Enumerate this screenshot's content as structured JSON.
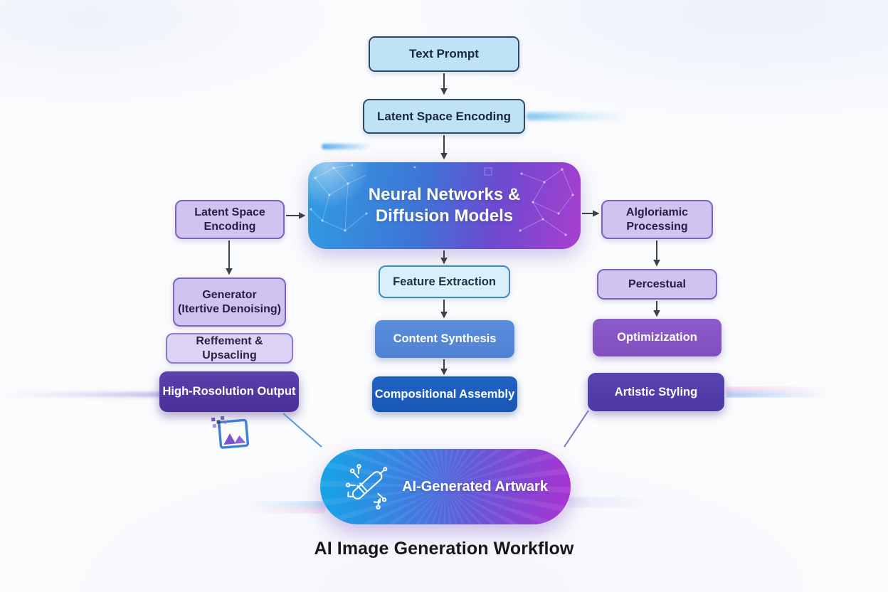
{
  "title": "AI Image Generation Workflow",
  "nodes": {
    "text_prompt": {
      "label": "Text Prompt"
    },
    "latent_encoding_top": {
      "label": "Latent Space Encoding"
    },
    "neural_networks": {
      "line1": "Neural Networks &",
      "line2": "Diffusion Models"
    },
    "feature_extraction": {
      "label": "Feature Extraction"
    },
    "content_synthesis": {
      "label": "Content Synthesis"
    },
    "compositional_assembly": {
      "label": "Compositional Assembly"
    },
    "latent_encoding_left": {
      "line1": "Latent Space",
      "line2": "Encoding"
    },
    "generator": {
      "line1": "Generator",
      "line2": "(Itertive Denoising)"
    },
    "refinement": {
      "label": "Reffement & Upsacling"
    },
    "high_res_output": {
      "label": "High-Rosolution Output"
    },
    "algorithmic_processing": {
      "line1": "Algloriamic",
      "line2": "Processing"
    },
    "perceptual": {
      "label": "Percestual"
    },
    "optimization": {
      "label": "Optimizization"
    },
    "artistic_styling": {
      "label": "Artistic Styling"
    },
    "ai_artwork": {
      "label": "AI-Generated Artwark"
    }
  },
  "icons": {
    "artwork_icon": "pen-circuit-icon",
    "output_icon": "pixel-image-icon"
  },
  "colors": {
    "box_light_blue": "#bfe2f7",
    "box_light_blue_border": "#2c4a66",
    "feature_fill": "#d9effc",
    "feature_border": "#4188c9",
    "content_synthesis_fill": "#5688da",
    "compositional_assembly_fill": "#1c5cbe",
    "box_light_purple": "#cfc3ef",
    "box_light_purple_border": "#7f63bb",
    "refinement_fill": "#dcd3f6",
    "high_res_fill": "#53389e",
    "optimization_fill": "#8a56c6",
    "artistic_fill": "#5140ac",
    "hero_gradient_start": "#2f9de2",
    "hero_gradient_end": "#a83fcf",
    "pill_gradient_start": "#14a5e6",
    "pill_gradient_end": "#aa32d2",
    "arrow": "#3c4148",
    "connector_blue": "#4a8fd8",
    "connector_purple": "#7e5ec4"
  }
}
